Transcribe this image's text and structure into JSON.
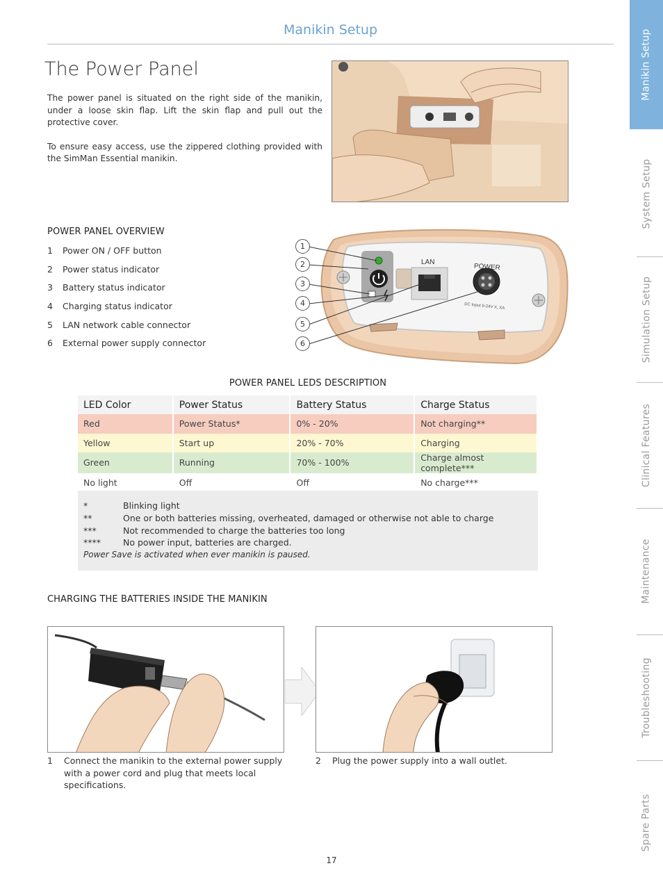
{
  "header": {
    "title": "Manikin Setup"
  },
  "page_title": "The Power Panel",
  "intro": {
    "paragraph1": "The power panel is situated on the right side of the manikin, under a loose skin flap.  Lift the skin flap and pull out the protective cover.",
    "paragraph2": "To ensure easy access, use the zippered clothing provided with the SimMan Essential manikin."
  },
  "overview": {
    "heading": "POWER PANEL OVERVIEW",
    "items": [
      {
        "num": "1",
        "label": "Power ON / OFF button"
      },
      {
        "num": "2",
        "label": "Power status indicator"
      },
      {
        "num": "3",
        "label": "Battery status indicator"
      },
      {
        "num": "4",
        "label": "Charging status indicator"
      },
      {
        "num": "5",
        "label": "LAN network cable connector"
      },
      {
        "num": "6",
        "label": "External power supply connector"
      }
    ],
    "panel_labels": {
      "lan": "LAN",
      "power": "POWER",
      "dc": "DC Input 9-24V X, XA"
    }
  },
  "leds": {
    "heading": "POWER PANEL LEDS DESCRIPTION",
    "columns": [
      "LED Color",
      "Power Status",
      "Battery Status",
      "Charge Status"
    ],
    "rows": [
      {
        "cells": [
          "Red",
          "Power Status*",
          "0% - 20%",
          "Not charging**"
        ],
        "color": "#f6cdbf"
      },
      {
        "cells": [
          "Yellow",
          "Start up",
          "20% - 70%",
          "Charging"
        ],
        "color": "#fdf8d2"
      },
      {
        "cells": [
          "Green",
          "Running",
          "70% - 100%",
          "Charge almost complete***"
        ],
        "color": "#d9ebcf"
      },
      {
        "cells": [
          "No light",
          "Off",
          "Off",
          "No charge***"
        ],
        "color": "#ffffff"
      }
    ],
    "footnotes": [
      {
        "mark": "*",
        "text": "Blinking light"
      },
      {
        "mark": "**",
        "text": "One or both batteries missing, overheated, damaged or otherwise not able to charge"
      },
      {
        "mark": "***",
        "text": "Not recommended to charge the batteries too long"
      },
      {
        "mark": "****",
        "text": "No power input, batteries are charged."
      }
    ],
    "note": "Power Save is activated when ever manikin is paused."
  },
  "charging": {
    "heading": "CHARGING THE BATTERIES INSIDE THE MANIKIN",
    "steps": [
      {
        "num": "1",
        "text": "Connect the manikin to the external power supply with a power cord and plug that meets local specifications."
      },
      {
        "num": "2",
        "text": "Plug the power supply into a wall outlet."
      }
    ]
  },
  "page_number": "17",
  "side_tabs": [
    {
      "label": "Manikin Setup",
      "active": true
    },
    {
      "label": "System Setup",
      "active": false
    },
    {
      "label": "Simulation Setup",
      "active": false
    },
    {
      "label": "Clinical Features",
      "active": false
    },
    {
      "label": "Maintenance",
      "active": false
    },
    {
      "label": "Troubleshooting",
      "active": false
    },
    {
      "label": "Spare Parts",
      "active": false
    }
  ],
  "colors": {
    "accent": "#7fb3dd",
    "header_text": "#6aa3cf",
    "skin": "#efcfae"
  }
}
